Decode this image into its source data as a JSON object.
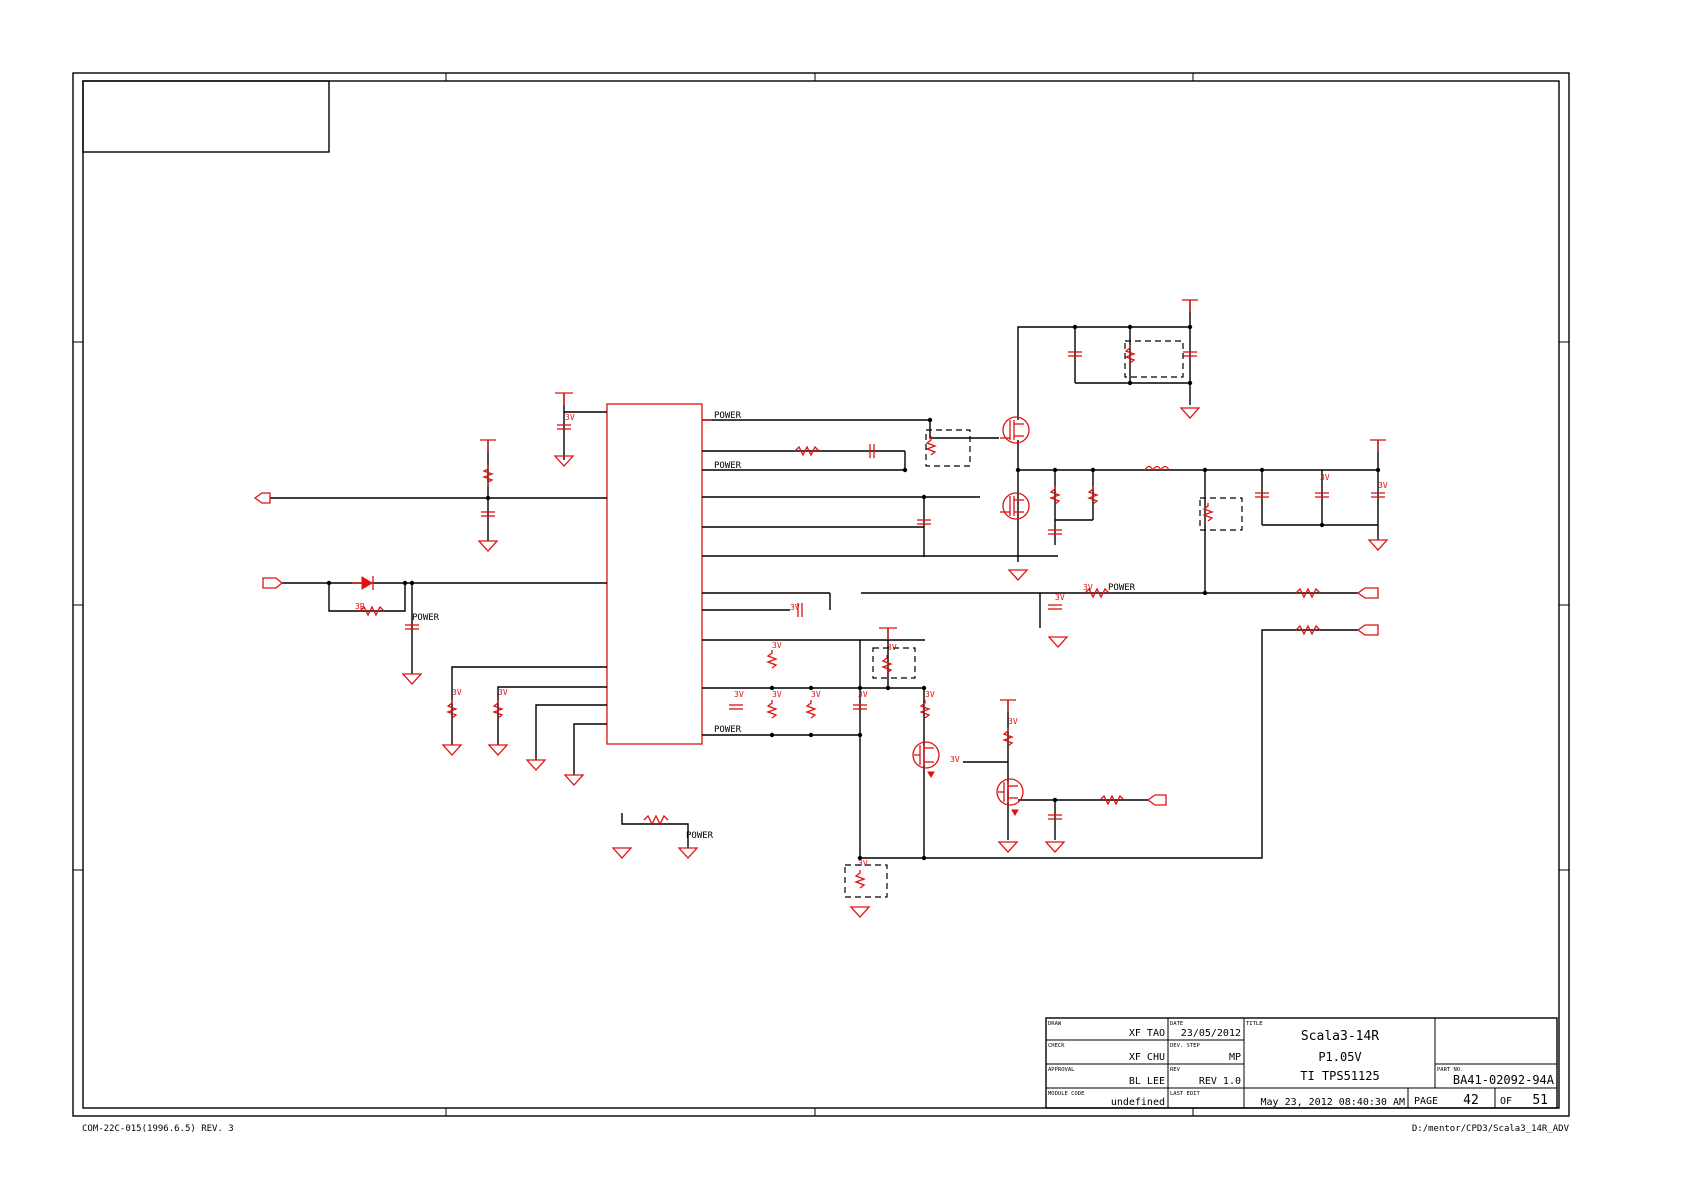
{
  "footer": {
    "form_code": "COM-22C-015(1996.6.5) REV. 3",
    "file_path": "D:/mentor/CPD3/Scala3_14R_ADV"
  },
  "title_block": {
    "draw_label": "DRAW",
    "draw_value": "XF TAO",
    "check_label": "CHECK",
    "check_value": "XF CHU",
    "approval_label": "APPROVAL",
    "approval_value": "BL LEE",
    "module_code_label": "MODULE CODE",
    "module_code_value": "undefined",
    "date_label": "DATE",
    "date_value": "23/05/2012",
    "dev_step_label": "DEV. STEP",
    "dev_step_value": "MP",
    "rev_label": "REV",
    "rev_value": "REV 1.0",
    "last_edit_label": "LAST EDIT",
    "last_edit_value": "May 23, 2012 08:40:30 AM",
    "title_label": "TITLE",
    "title_line1": "Scala3-14R",
    "title_line2": "P1.05V",
    "title_line3": "TI TPS51125",
    "part_no_label": "PART NO.",
    "part_no_value": "BA41-02092-94A",
    "page_label": "PAGE",
    "page_value": "42",
    "of_label": "OF",
    "total_pages": "51"
  },
  "net_labels": {
    "power_1": "POWER",
    "power_2": "POWER",
    "power_3": "POWER",
    "power_4": "POWER",
    "power_5": "POWER",
    "power_6": "POWER"
  },
  "ref_tags": {
    "v": "3V",
    "r": "3R"
  },
  "colors": {
    "wire": "#000000",
    "component": "#e01010"
  }
}
